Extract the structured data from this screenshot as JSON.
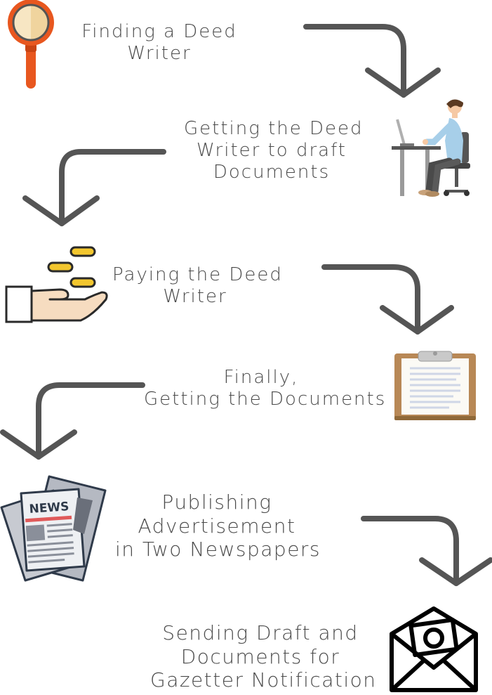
{
  "steps": [
    {
      "lines": [
        "Finding a Deed",
        "Writer"
      ],
      "icon": "magnifying-glass-icon"
    },
    {
      "lines": [
        "Getting the Deed",
        "Writer to draft",
        "Documents"
      ],
      "icon": "person-at-computer-icon"
    },
    {
      "lines": [
        "Paying the Deed",
        "Writer"
      ],
      "icon": "hand-with-coins-icon"
    },
    {
      "lines": [
        "Finally,",
        "Getting the Documents"
      ],
      "icon": "clipboard-icon"
    },
    {
      "lines": [
        "Publishing",
        "Advertisement",
        "in Two Newspapers"
      ],
      "icon": "newspaper-icon",
      "icon_text": "NEWS"
    },
    {
      "lines": [
        "Sending Draft and",
        "Documents for",
        "Gazetter Notification"
      ],
      "icon": "envelope-money-icon"
    }
  ],
  "colors": {
    "text": "#4a4a4a",
    "arrow": "#555555",
    "accent_orange": "#e8571f",
    "coin_gold": "#f3c72f",
    "skin": "#f6dcc0",
    "clipboard_brown": "#b88856"
  }
}
